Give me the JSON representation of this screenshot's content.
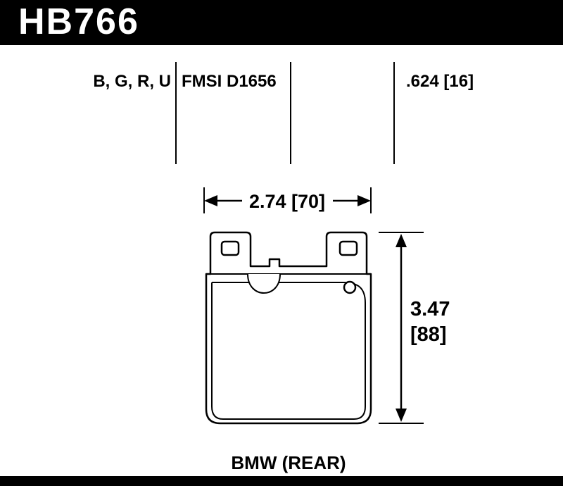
{
  "header": {
    "part_number": "HB766"
  },
  "specs": {
    "compounds": "B, G, R, U",
    "fmsi": "FMSI D1656",
    "pad_thickness": ".624 [16]"
  },
  "drawing": {
    "width_dim": "2.74 [70]",
    "height_dim_in": "3.47",
    "height_dim_mm": "[88]"
  },
  "footer": {
    "application": "BMW (REAR)"
  },
  "colors": {
    "bar": "#000000",
    "ink": "#000000",
    "background": "#ffffff"
  }
}
